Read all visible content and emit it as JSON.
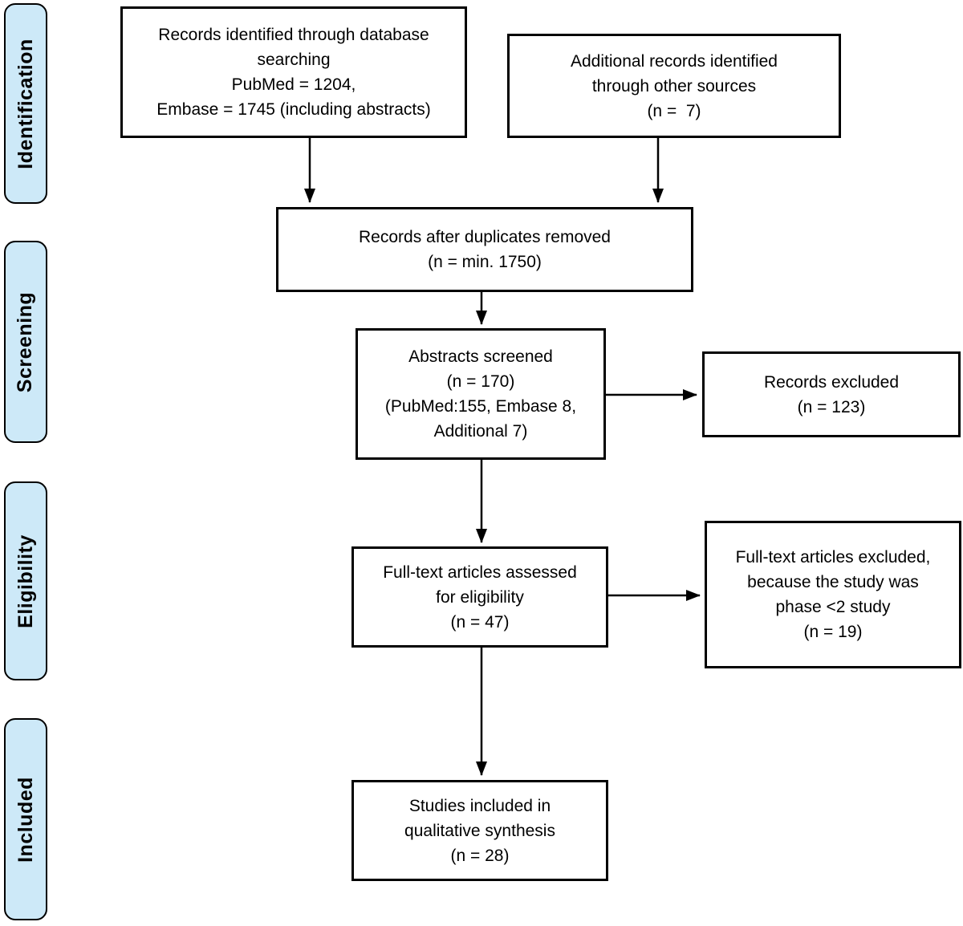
{
  "diagram": {
    "kind": "prisma-flow",
    "stages": {
      "identification": {
        "label": "Identification"
      },
      "screening": {
        "label": "Screening"
      },
      "eligibility": {
        "label": "Eligibility"
      },
      "included": {
        "label": "Included"
      }
    },
    "boxes": {
      "records_identified": {
        "text": "Records identified through database\nsearching\nPubMed = 1204,\nEmbase = 1745 (including abstracts)"
      },
      "additional_records": {
        "text": "Additional records identified\nthrough other sources\n(n =  7)"
      },
      "duplicates_removed": {
        "text": "Records after duplicates removed\n(n = min. 1750)"
      },
      "abstracts_screened": {
        "text": "Abstracts screened\n(n = 170)\n(PubMed:155, Embase 8,\nAdditional 7)"
      },
      "records_excluded": {
        "text": "Records excluded\n(n = 123)"
      },
      "fulltext_assessed": {
        "text": "Full-text articles assessed\nfor eligibility\n(n = 47)"
      },
      "fulltext_excluded": {
        "text": "Full-text articles excluded,\nbecause the study was\nphase <2 study\n(n = 19)"
      },
      "studies_included": {
        "text": "Studies included in\nqualitative synthesis\n(n = 28)"
      }
    },
    "counts": {
      "pubmed": 1204,
      "embase": 1745,
      "additional_sources": 7,
      "after_duplicates_min": 1750,
      "abstracts_screened": 170,
      "abstracts_pubmed": 155,
      "abstracts_embase": 8,
      "abstracts_additional": 7,
      "records_excluded": 123,
      "fulltext_assessed": 47,
      "fulltext_excluded": 19,
      "studies_included": 28
    }
  },
  "colors": {
    "stage_fill": "#cde9f8",
    "stage_border": "#000000",
    "box_fill": "#ffffff",
    "box_border": "#000000",
    "arrow_color": "#000000",
    "text_color": "#000000",
    "page_bg": "#ffffff"
  }
}
